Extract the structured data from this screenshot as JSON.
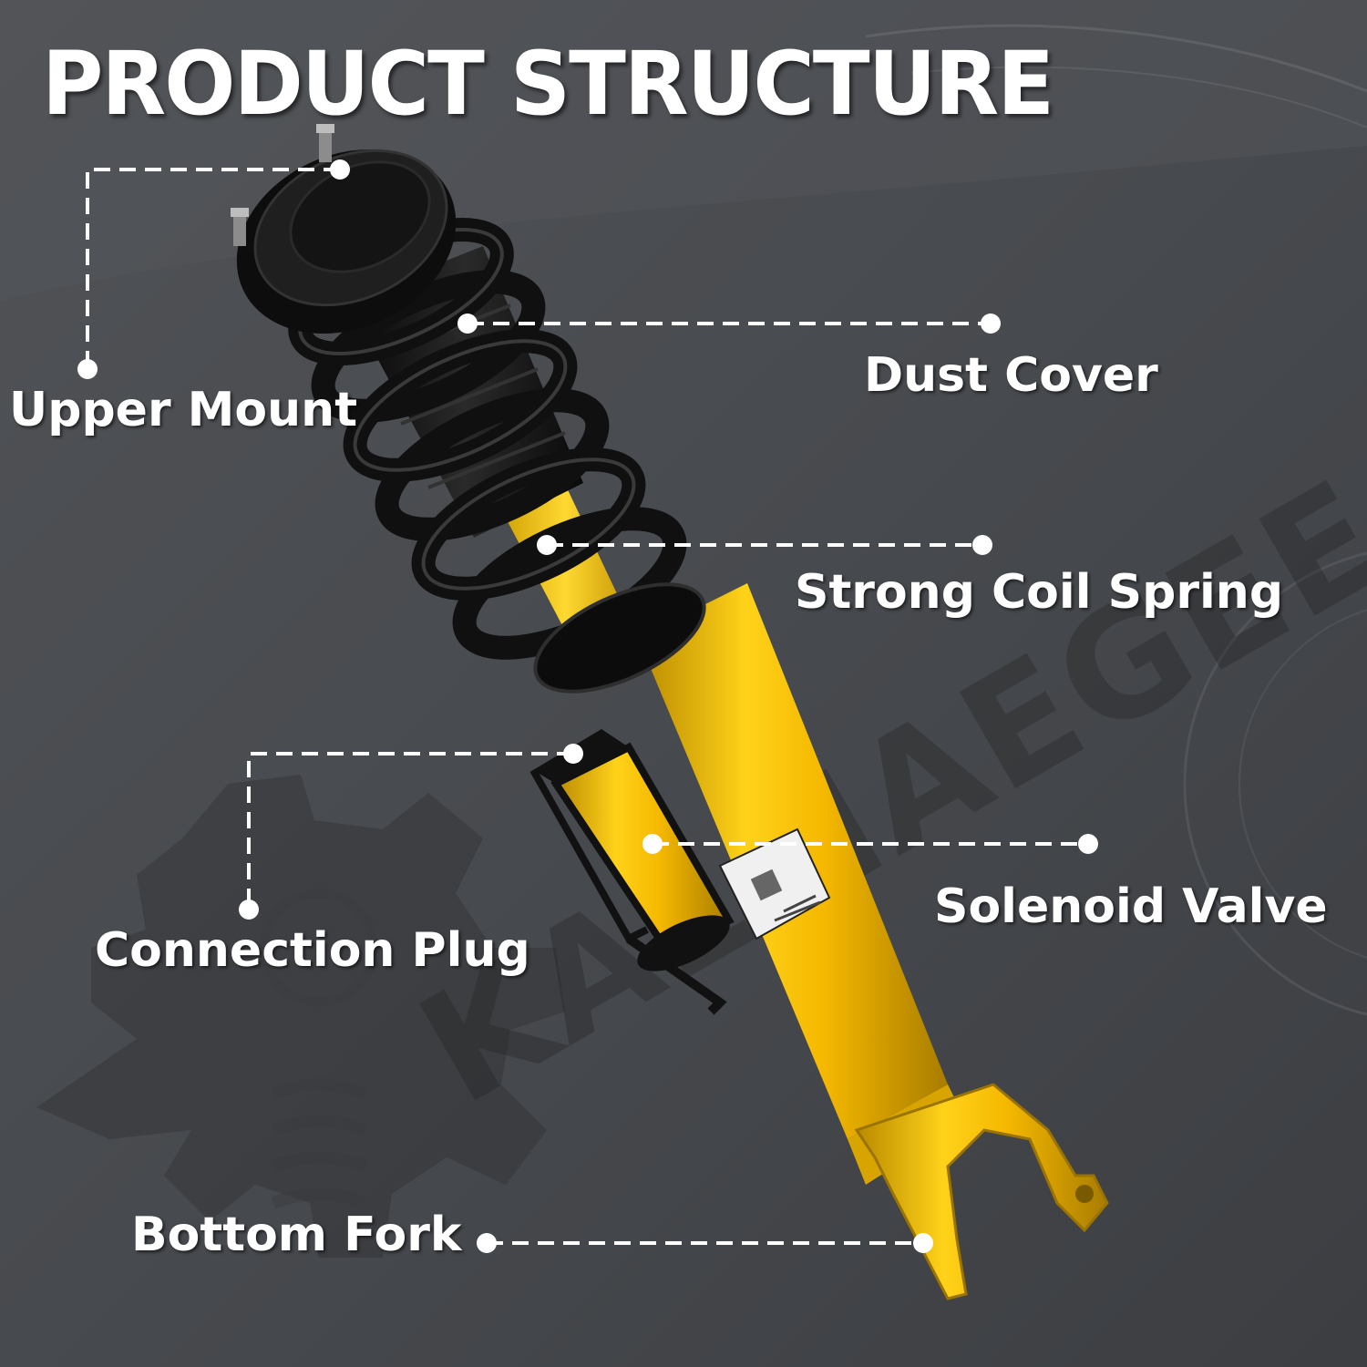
{
  "title": "PRODUCT STRUCTURE",
  "watermark": "KALMAEGEE",
  "labels": {
    "upper_mount": "Upper Mount",
    "dust_cover": "Dust Cover",
    "coil_spring": "Strong Coil Spring",
    "connection_plug": "Connection Plug",
    "solenoid_valve": "Solenoid Valve",
    "bottom_fork": "Bottom Fork"
  },
  "colors": {
    "background": "#46484c",
    "strut_yellow": "#f2b705",
    "spring_black": "#121212",
    "callout": "#ffffff"
  }
}
